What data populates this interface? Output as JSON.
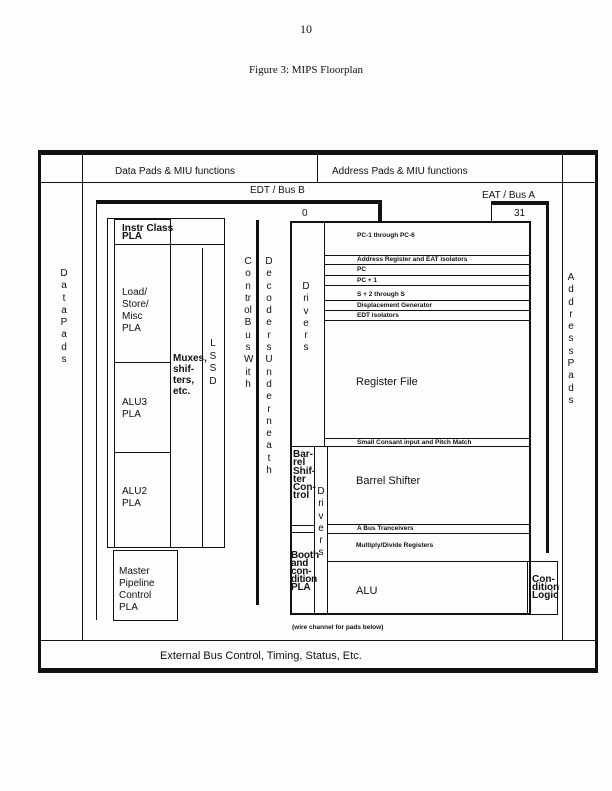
{
  "page_number": "10",
  "figure_title": "Figure 3: MIPS Floorplan",
  "top": {
    "data_pads": "Data Pads & MIU functions",
    "address_pads": "Address Pads & MIU functions"
  },
  "buses": {
    "edt": "EDT / Bus B",
    "eat": "EAT / Bus A",
    "bit0": "0",
    "bit31": "31"
  },
  "left_pads": "Data  Pads",
  "right_pads": "Address  Pads",
  "control": {
    "instr_class": "Instr Class\nPLA",
    "load_store": "Load/\nStore/\nMisc\nPLA",
    "alu3": "ALU3\nPLA",
    "alu2": "ALU2\nPLA",
    "muxes": "Muxes,\nshif-\nters,\netc.",
    "lssd": "L  S  S  D",
    "master": "Master\nPipeline\nControl\nPLA",
    "control_bus": "Control  Bus  With",
    "decoders": "Decoders  Underneath"
  },
  "datapath": {
    "drivers": "Drivers",
    "pc_chain": "PC-1 through PC-6",
    "addr_reg": "Address Register and EAT isolators",
    "pc": "PC",
    "pc1": "PC + 1",
    "s2": "S + 2 through S",
    "disp": "Displacement Generator",
    "edt_iso": "EDT isolators",
    "regfile": "Register File",
    "small_const": "Small Consant input and Pitch Match",
    "bs_control": "Bar-\nrel\nShif-\nter\nCon-\ntrol",
    "barrel": "Barrel Shifter",
    "drivers2": "Drivers",
    "abus": "A Bus Tranceivers",
    "muldiv": "Multiply/Divide Registers",
    "booth": "Booth\nand\ncon-\ndition\nPLA",
    "alu": "ALU",
    "cond_logic": "Con-\ndition\nLogic"
  },
  "wire_channel": "(wire channel for pads below)",
  "bottom": "External Bus Control, Timing, Status, Etc."
}
